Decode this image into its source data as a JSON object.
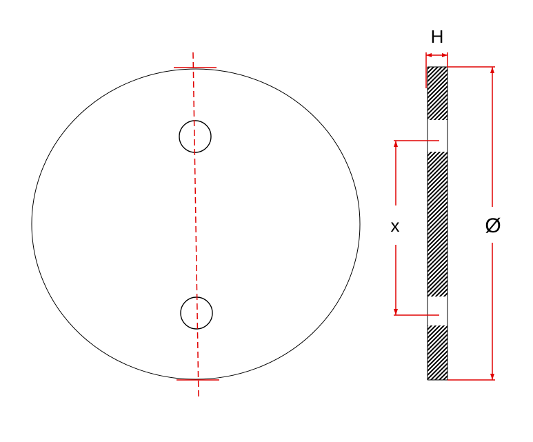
{
  "labels": {
    "thickness": "H",
    "hole_spacing": "x",
    "diameter": "Ø"
  },
  "colors": {
    "outline": "#000000",
    "dimension": "#e00000",
    "centerline": "#e00000",
    "background": "#ffffff"
  }
}
